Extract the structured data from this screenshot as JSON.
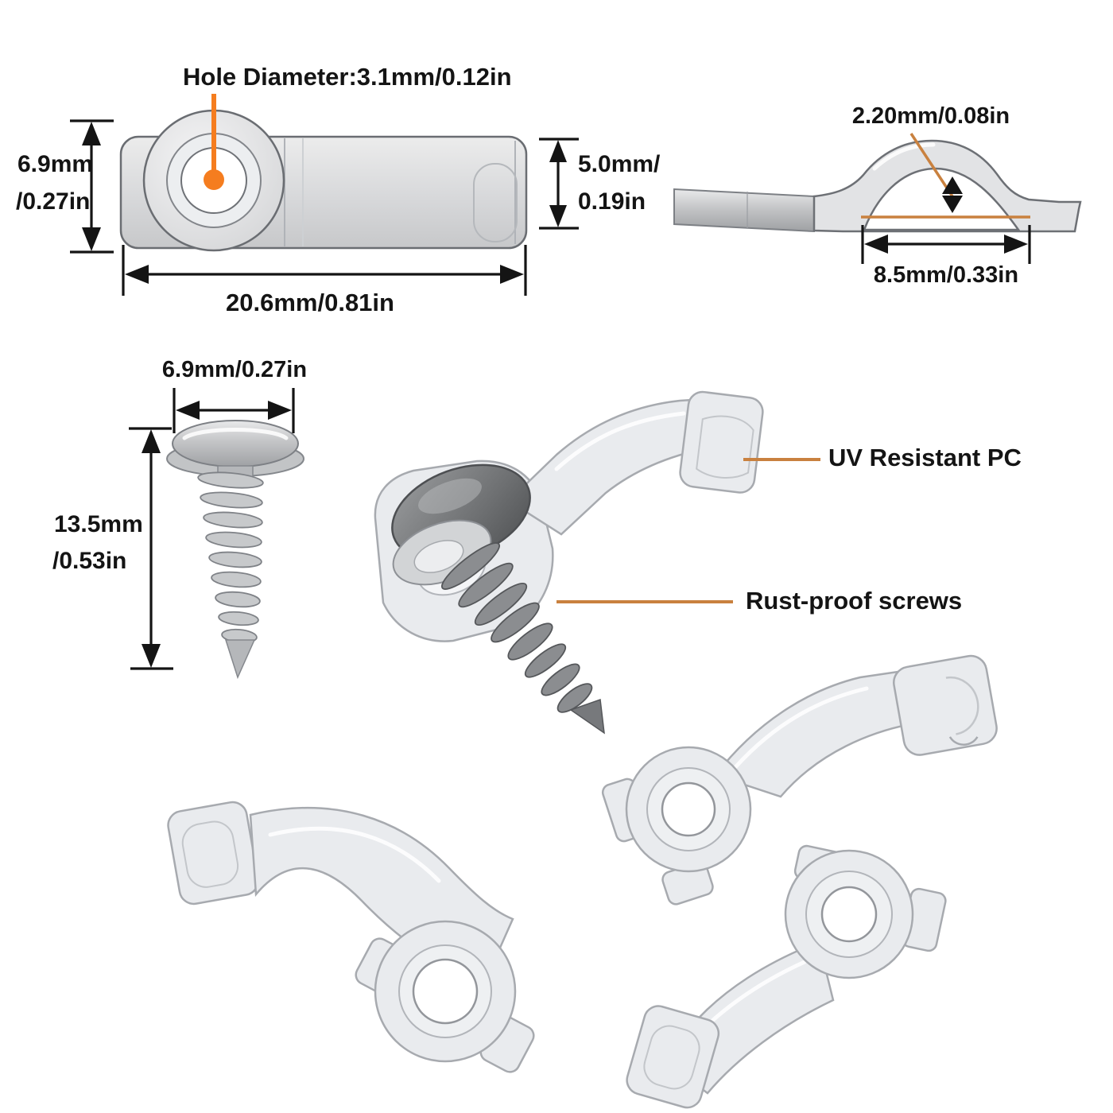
{
  "colors": {
    "accent_orange": "#f57d1f",
    "leader_brown": "#c9813f",
    "dimension_black": "#141414"
  },
  "top_view": {
    "hole_diameter": "Hole Diameter:3.1mm/0.12in",
    "height_mm": "6.9mm",
    "height_in": "/0.27in",
    "strip_height_mm": "5.0mm/",
    "strip_height_in": "0.19in",
    "length": "20.6mm/0.81in"
  },
  "side_view": {
    "thickness": "2.20mm/0.08in",
    "base_width": "8.5mm/0.33in"
  },
  "screw": {
    "head_width": "6.9mm/0.27in",
    "length_mm": "13.5mm",
    "length_in": "/0.53in"
  },
  "callouts": {
    "material": "UV Resistant PC",
    "screws": "Rust-proof screws"
  }
}
